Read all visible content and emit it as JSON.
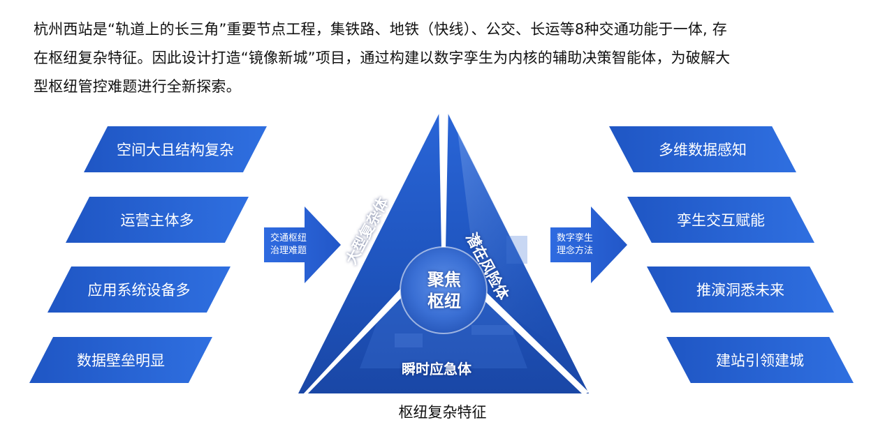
{
  "intro": {
    "line1": "杭州西站是“轨道上的长三角”重要节点工程，集铁路、地铁（快线）、公交、长运等8种交通功能于一体, 存",
    "line2": "在枢纽复杂特征。因此设计打造“镜像新城”项目，通过构建以数字孪生为内核的辅助决策智能体，为破解大",
    "line3": "型枢纽管控难题进行全新探索。"
  },
  "left_items": [
    {
      "label": "空间大且结构复杂"
    },
    {
      "label": "运营主体多"
    },
    {
      "label": "应用系统设备多"
    },
    {
      "label": "数据壁垒明显"
    }
  ],
  "left_arrow": {
    "line1": "交通枢纽",
    "line2": "治理难题"
  },
  "triangle": {
    "center_line1": "聚焦",
    "center_line2": "枢纽",
    "left_side": "大型复杂体",
    "right_side": "潜在风险体",
    "bottom_side": "瞬时应急体"
  },
  "right_arrow": {
    "line1": "数字孪生",
    "line2": "理念方法"
  },
  "right_items": [
    {
      "label": "多维数据感知"
    },
    {
      "label": "孪生交互赋能"
    },
    {
      "label": "推演洞悉未来"
    },
    {
      "label": "建站引领建城"
    }
  ],
  "caption": "枢纽复杂特征",
  "colors": {
    "primary_blue": "#2563d6",
    "dark_blue": "#1a4fb8",
    "text": "#111111"
  }
}
